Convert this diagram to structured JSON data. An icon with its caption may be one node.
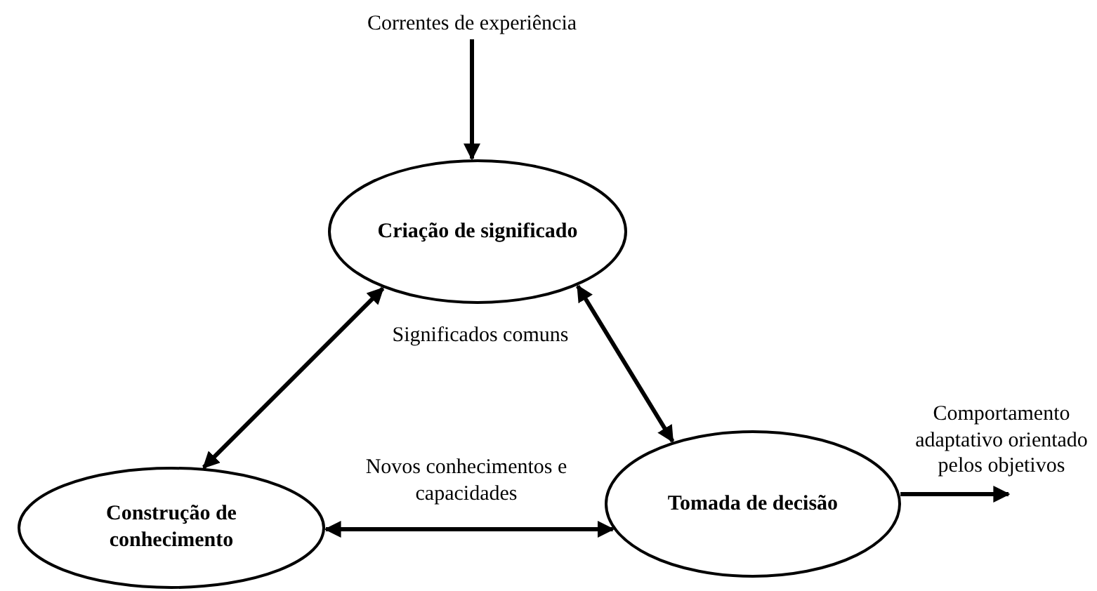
{
  "diagram": {
    "nodes": [
      {
        "text": [
          "Correntes de experiência"
        ]
      },
      {
        "text": [
          "Criação de significado"
        ]
      },
      {
        "text": [
          "Construção de conhecimento"
        ]
      },
      {
        "text": [
          "Tomada de decisão"
        ]
      },
      {
        "text": [
          "Comportamento adaptativo orientado pelos objetivos"
        ]
      }
    ],
    "edges": [
      {
        "from": 0,
        "to": 1,
        "arrow": "to"
      },
      {
        "from": 1,
        "to": 2,
        "arrow": "both"
      },
      {
        "from": 1,
        "to": 3,
        "arrow": "both"
      },
      {
        "from": 2,
        "to": 3,
        "arrow": "both",
        "label": "Novos conhecimentos e capacidades"
      },
      {
        "from": 3,
        "to": 4,
        "arrow": "to"
      }
    ],
    "labels": [
      "Significados comuns"
    ]
  }
}
